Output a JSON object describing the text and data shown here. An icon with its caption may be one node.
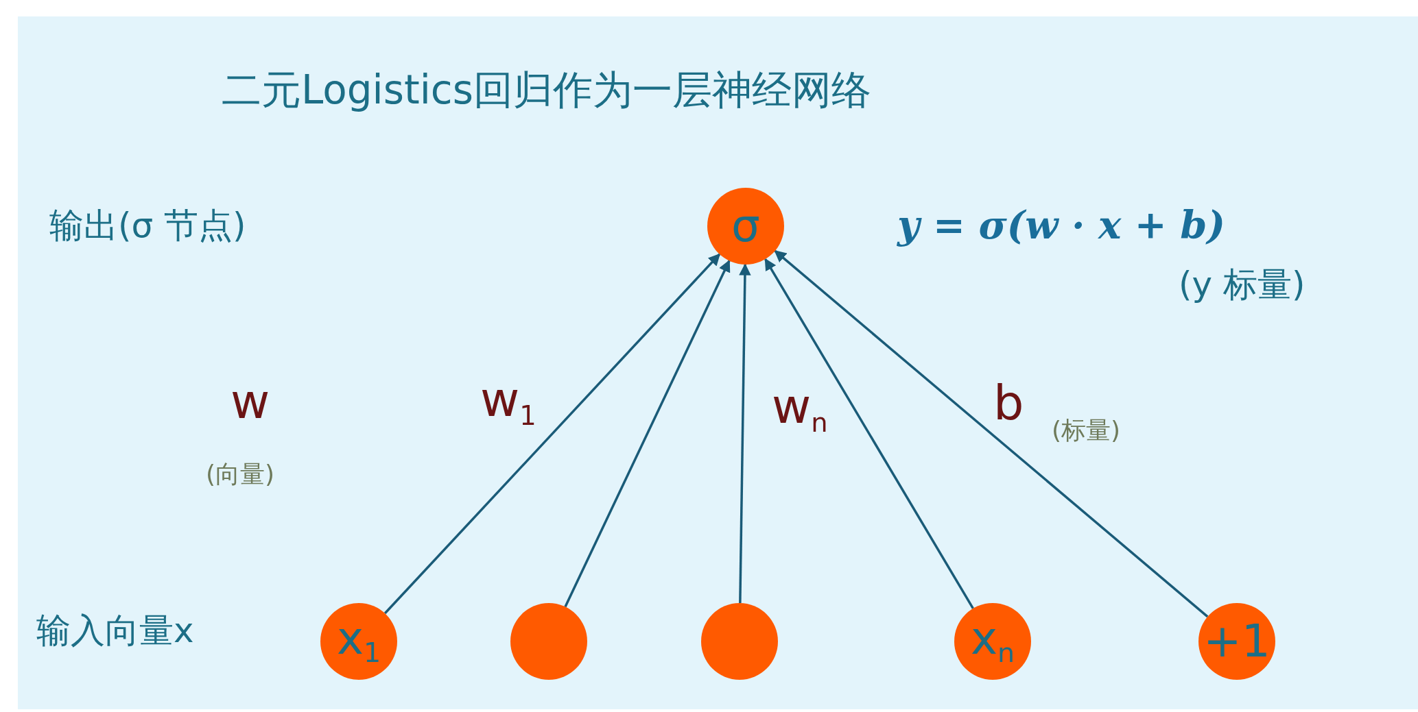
{
  "diagram": {
    "title": "二元Logistics回归作为一层神经网络",
    "nodes": [
      {
        "text": [
          "σ"
        ]
      },
      {
        "text": [
          "x$_{1}$"
        ]
      },
      {
        "text": [],
        "shape": "circle"
      },
      {
        "text": [],
        "shape": "circle"
      },
      {
        "text": [
          "x$_{n}$"
        ]
      },
      {
        "text": [
          "+1"
        ]
      }
    ],
    "edges": [
      {
        "from": 1,
        "to": 0,
        "arrow": "to",
        "label": "w$_{1}$"
      },
      {
        "from": 2,
        "to": 0,
        "arrow": "to"
      },
      {
        "from": 3,
        "to": 0,
        "arrow": "to"
      },
      {
        "from": 4,
        "to": 0,
        "arrow": "to",
        "label": "w$_{n}$"
      },
      {
        "from": 5,
        "to": 0,
        "arrow": "to",
        "label": "b"
      }
    ],
    "labels": [
      "输出(σ 节点)",
      "y = σ(w · x + b)",
      "(y 标量)",
      "w",
      "(向量)",
      "(标量)",
      "输入向量x"
    ]
  }
}
